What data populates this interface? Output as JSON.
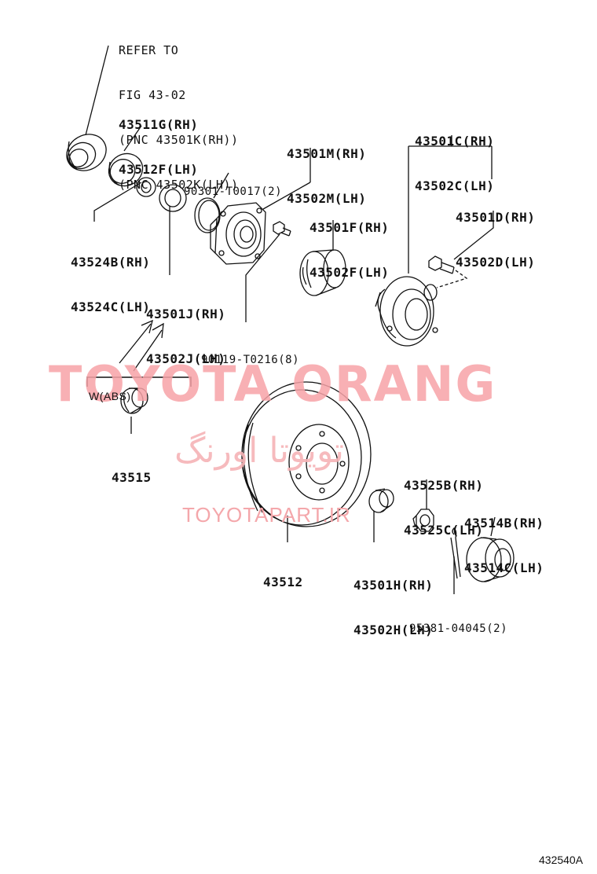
{
  "refer_note": {
    "line1": "REFER TO",
    "line2": "FIG 43-02",
    "line3": "(PNC 43501K(RH))",
    "line4": "(PNC 43502K(LH))"
  },
  "parts": {
    "p43511": {
      "rh": "43511G(RH)",
      "lh": "43512F(LH)"
    },
    "p43524": {
      "rh": "43524B(RH)",
      "lh": "43524C(LH)"
    },
    "p43501j": {
      "rh": "43501J(RH)",
      "lh": "43502J(LH)"
    },
    "p90301": {
      "code": "90301-T0017(2)"
    },
    "p43501m": {
      "rh": "43501M(RH)",
      "lh": "43502M(LH)"
    },
    "p43501f": {
      "rh": "43501F(RH)",
      "lh": "43502F(LH)"
    },
    "p90119": {
      "code": "90119-T0216(8)"
    },
    "p43501c": {
      "rh": "43501C(RH)",
      "lh": "43502C(LH)"
    },
    "p43501d": {
      "rh": "43501D(RH)",
      "lh": "43502D(LH)"
    },
    "w_abs": {
      "label": "W(ABS)"
    },
    "p43515": {
      "code": "43515"
    },
    "p43512": {
      "code": "43512"
    },
    "p43525": {
      "rh": "43525B(RH)",
      "lh": "43525C(LH)"
    },
    "p43514": {
      "rh": "43514B(RH)",
      "lh": "43514C(LH)"
    },
    "p43501h": {
      "rh": "43501H(RH)",
      "lh": "43502H(LH)"
    },
    "p95381": {
      "code": "95381-04045(2)"
    }
  },
  "watermark": {
    "brand": "TOYOTA ORANG",
    "persian": "تویوتا اورنگ",
    "site": "TOYOTAPART.IR"
  },
  "figure_number": "432540A",
  "colors": {
    "line": "#111111",
    "watermark": "#f7a3a8"
  }
}
